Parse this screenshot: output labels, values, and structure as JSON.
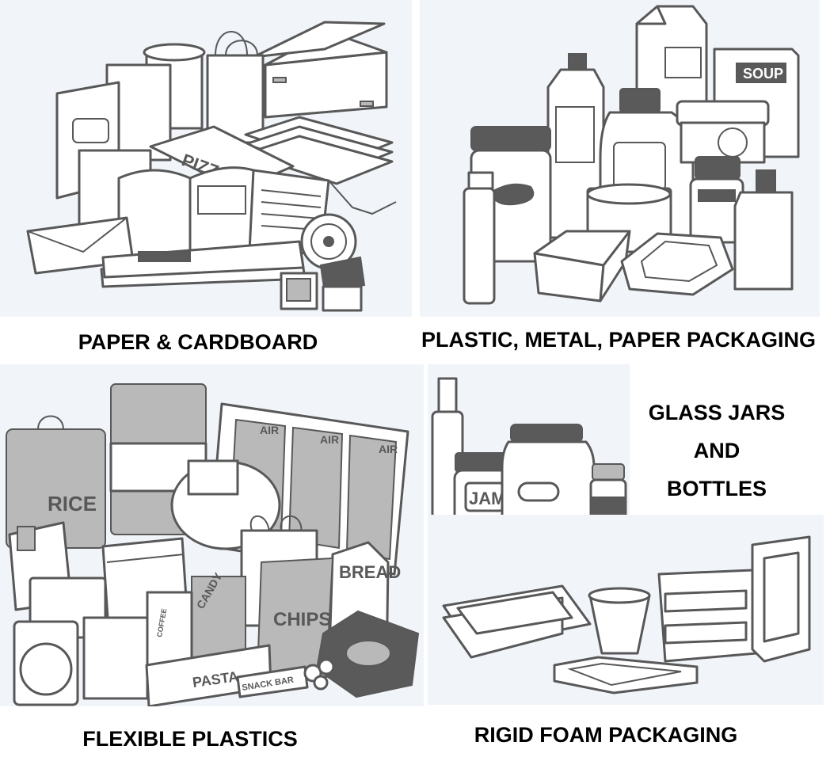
{
  "panels": {
    "paper": {
      "caption": "PAPER & CARDBOARD",
      "box_label": "PIZZA"
    },
    "packaging": {
      "caption": "PLASTIC, METAL, PAPER PACKAGING",
      "box_label": "SOUP"
    },
    "flexible": {
      "caption": "FLEXIBLE PLASTICS",
      "labels": {
        "air": "AIR",
        "rice": "RICE",
        "bread": "BREAD",
        "chips": "CHIPS",
        "candy": "CANDY",
        "coffee": "COFFEE",
        "pasta": "PASTA",
        "snack_bar": "SNACK BAR"
      }
    },
    "glass": {
      "caption_lines": [
        "GLASS JARS",
        "AND",
        "BOTTLES"
      ],
      "jar_label": "JAM"
    },
    "foam": {
      "caption": "RIGID FOAM PACKAGING"
    }
  },
  "colors": {
    "panel_bg": "#f1f5fa",
    "line": "#585858",
    "caption": "#000000"
  }
}
